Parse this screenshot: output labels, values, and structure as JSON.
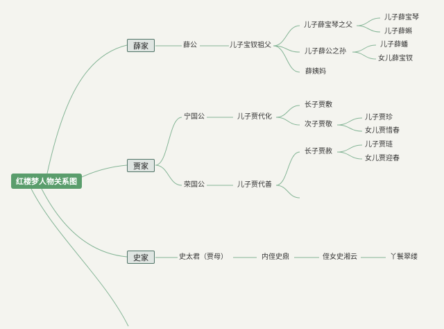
{
  "root": "红楼梦人物关系图",
  "families": {
    "xue": "薛家",
    "jia": "贾家",
    "shi": "史家"
  },
  "nodes": {
    "xue_gong": "薛公",
    "xue_grandpa": "儿子宝钗祖父",
    "xue_baoqin_father": "儿子薛宝琴之父",
    "xue_baoqin": "儿子薛宝琴",
    "xue_ke": "儿子薛蝌",
    "xue_grandson": "儿子薛公之孙",
    "xue_pan": "儿子薛蟠",
    "xue_baochai": "女儿薛宝钗",
    "xue_yima": "薛姨妈",
    "ningguo": "宁国公",
    "jia_daihua": "儿子贾代化",
    "jia_fu": "长子贾敷",
    "jia_jing": "次子贾敬",
    "jia_zhen": "儿子贾珍",
    "jia_xichun": "女儿贾惜春",
    "rongguo": "荣国公",
    "jia_daishan": "儿子贾代善",
    "jia_she": "长子贾赦",
    "jia_lian": "儿子贾琏",
    "jia_yingchun": "女儿贾迎春",
    "shi_taijun": "史太君（贾母）",
    "shi_ding": "内侄史鼎",
    "shi_xiangyun": "侄女史湘云",
    "cuilv": "丫鬟翠缕"
  },
  "colors": {
    "line": "#83b495",
    "root_fill": "#5a9d6c",
    "family_border": "#4f7366"
  }
}
